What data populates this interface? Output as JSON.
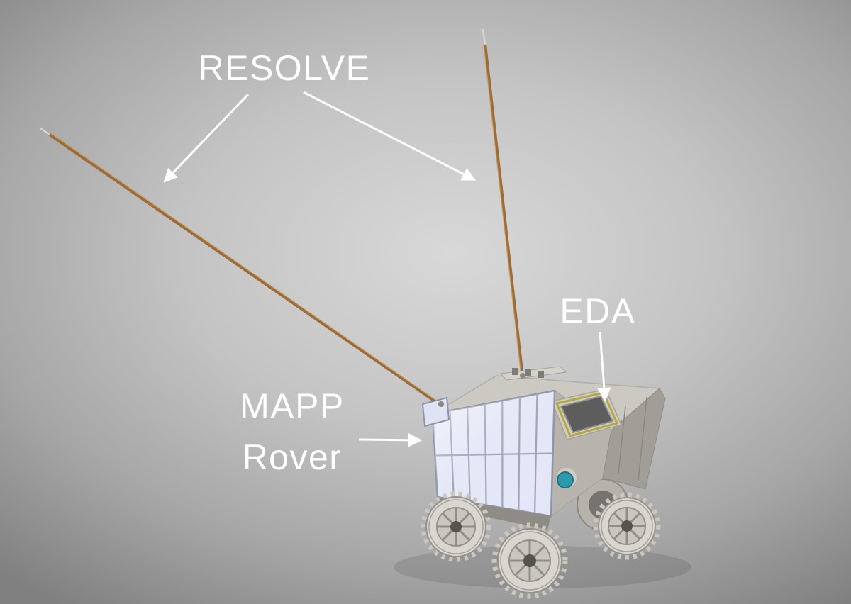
{
  "figure": {
    "labels": {
      "resolve": "RESOLVE",
      "eda": "EDA",
      "mapp_line1": "MAPP",
      "mapp_line2": "Rover"
    },
    "colors": {
      "label_text": "#ffffff",
      "arrow": "#ffffff",
      "background_center": "#d8d8d8",
      "background_edge": "#808080",
      "antenna_copper": "#9c6d38",
      "solar_cell": "#e2e6f6",
      "rover_body_light": "#ccc9c2",
      "rover_body_mid": "#b6b4ad",
      "rover_body_dark": "#a09e97",
      "hatch_dark": "#5d5d5d",
      "hatch_trim_yellow": "#b5a93e",
      "valve_teal": "#2e9aad",
      "wheel_light": "#d8d6cf"
    }
  }
}
